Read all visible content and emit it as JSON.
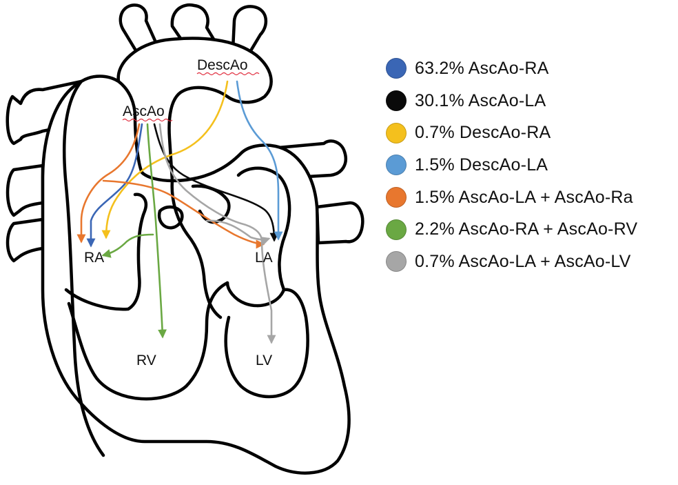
{
  "labels": {
    "asc_ao": "AscAo",
    "desc_ao": "DescAo",
    "ra": "RA",
    "la": "LA",
    "rv": "RV",
    "lv": "LV"
  },
  "legend": [
    {
      "label": "63.2% AscAo-RA",
      "color": "#3a66b5"
    },
    {
      "label": "30.1% AscAo-LA",
      "color": "#0a0a0a"
    },
    {
      "label": "0.7% DescAo-RA",
      "color": "#f4c01d"
    },
    {
      "label": "1.5% DescAo-LA",
      "color": "#5b9bd5"
    },
    {
      "label": "1.5% AscAo-LA + AscAo-Ra",
      "color": "#e8772e"
    },
    {
      "label": "2.2% AscAo-RA + AscAo-RV",
      "color": "#6aa843"
    },
    {
      "label": "0.7% AscAo-LA + AscAo-LV",
      "color": "#a6a6a6"
    }
  ],
  "flows": [
    {
      "name": "flow-ascao-ra",
      "color": "#3a66b5"
    },
    {
      "name": "flow-ascao-la",
      "color": "#0a0a0a"
    },
    {
      "name": "flow-descao-ra",
      "color": "#f4c01d"
    },
    {
      "name": "flow-descao-la",
      "color": "#5b9bd5"
    },
    {
      "name": "flow-ascao-la-ra",
      "color": "#e8772e"
    },
    {
      "name": "flow-ascao-ra-rv",
      "color": "#6aa843"
    },
    {
      "name": "flow-ascao-la-lv",
      "color": "#a6a6a6"
    }
  ]
}
